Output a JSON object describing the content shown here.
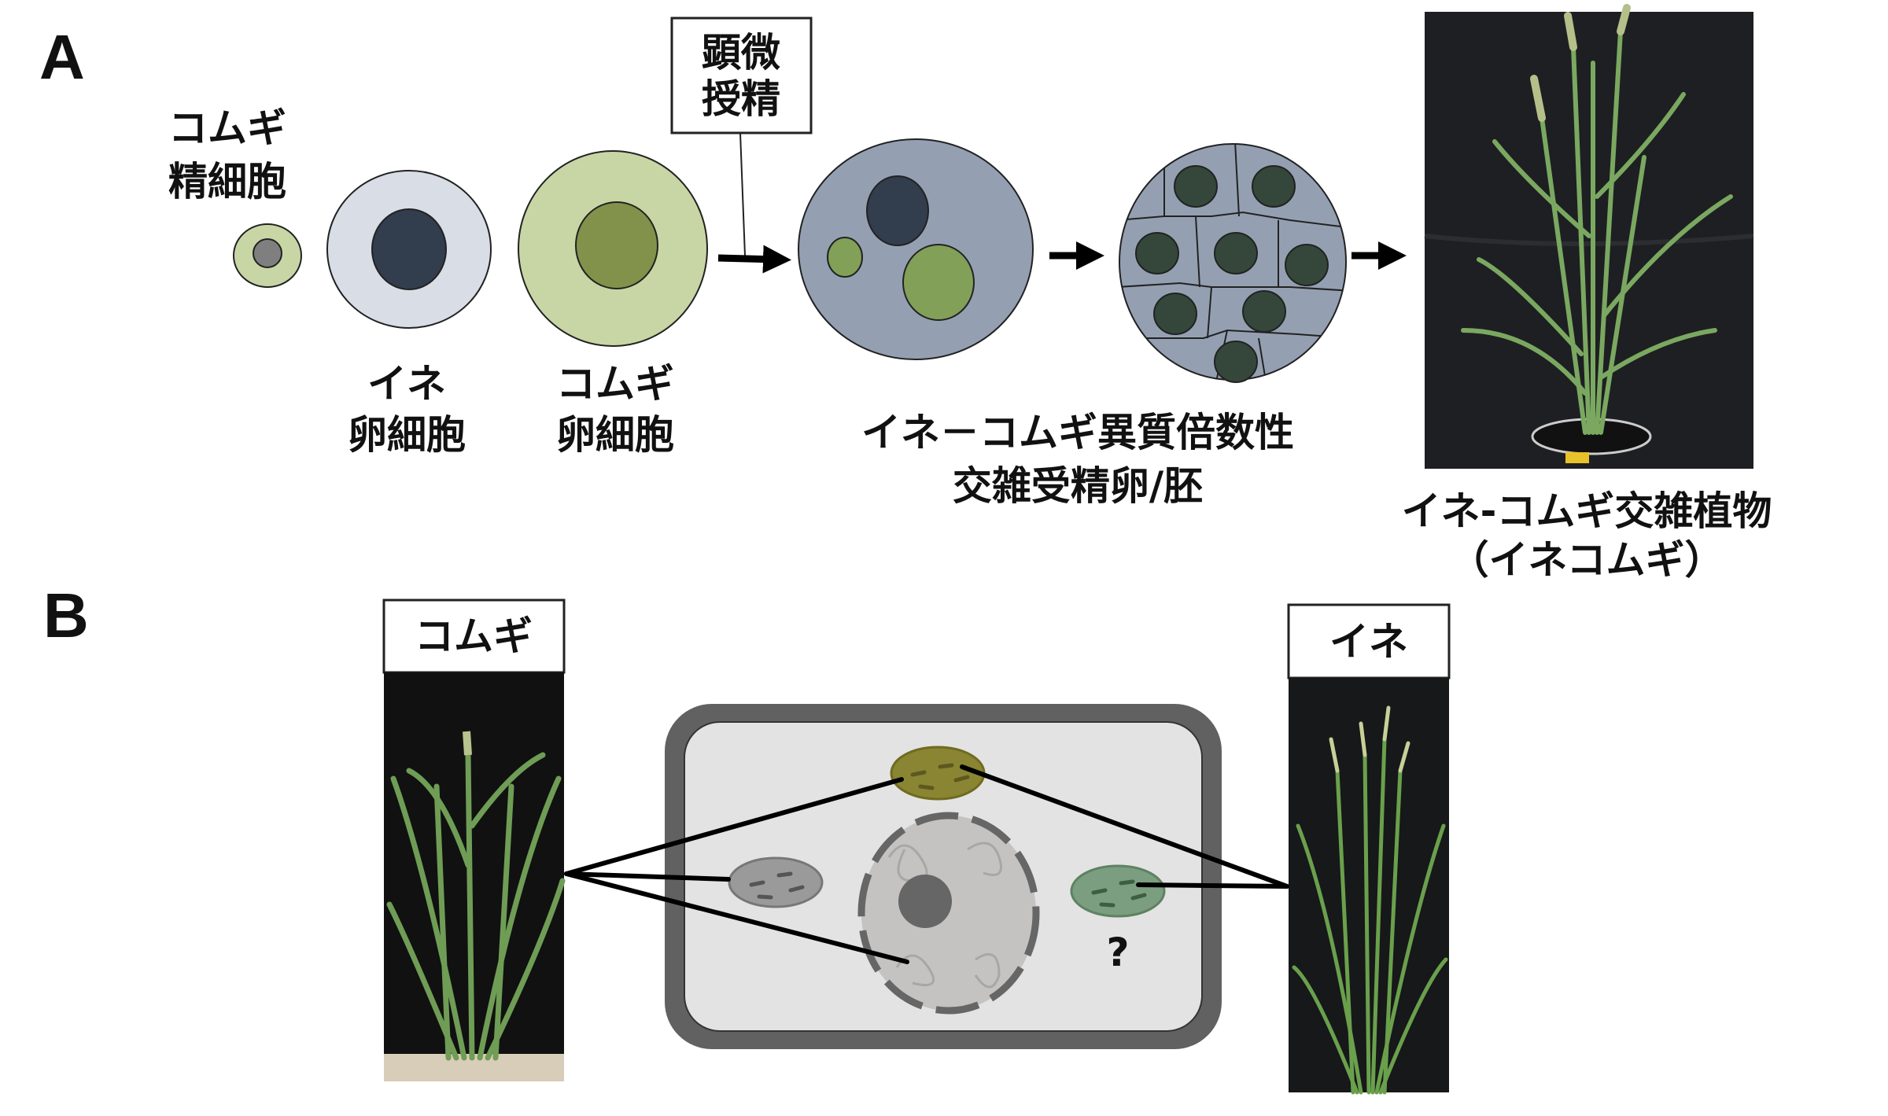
{
  "panel_a": {
    "label": "A",
    "wheat_sperm": [
      "コムギ",
      "精細胞"
    ],
    "rice_egg": [
      "イネ",
      "卵細胞"
    ],
    "wheat_egg": [
      "コムギ",
      "卵細胞"
    ],
    "microinsemination": [
      "顕微",
      "授精"
    ],
    "hybrid_zygote": [
      "イネ－コムギ異質倍数性",
      "交雑受精卵/胚"
    ],
    "hybrid_plant": [
      "イネ-コムギ交雑植物",
      "（イネコムギ）"
    ]
  },
  "panel_b": {
    "label": "B",
    "wheat_title": "コムギ",
    "rice_title": "イネ",
    "unknown_mark": "?"
  },
  "colors": {
    "rice": "#d8dde6",
    "rice_nucleus": "#323d4e",
    "wheat": "#c8d6a5",
    "wheat_nucleus": "#82924a",
    "hybrid": "#94a0b2",
    "embryo_nucleus": "#34473a",
    "chloroplast_olive": "#8a8532",
    "plastid_gray": "#9a9a9a",
    "plastid_green": "#7c9e80",
    "cell_wall": "#616161"
  }
}
